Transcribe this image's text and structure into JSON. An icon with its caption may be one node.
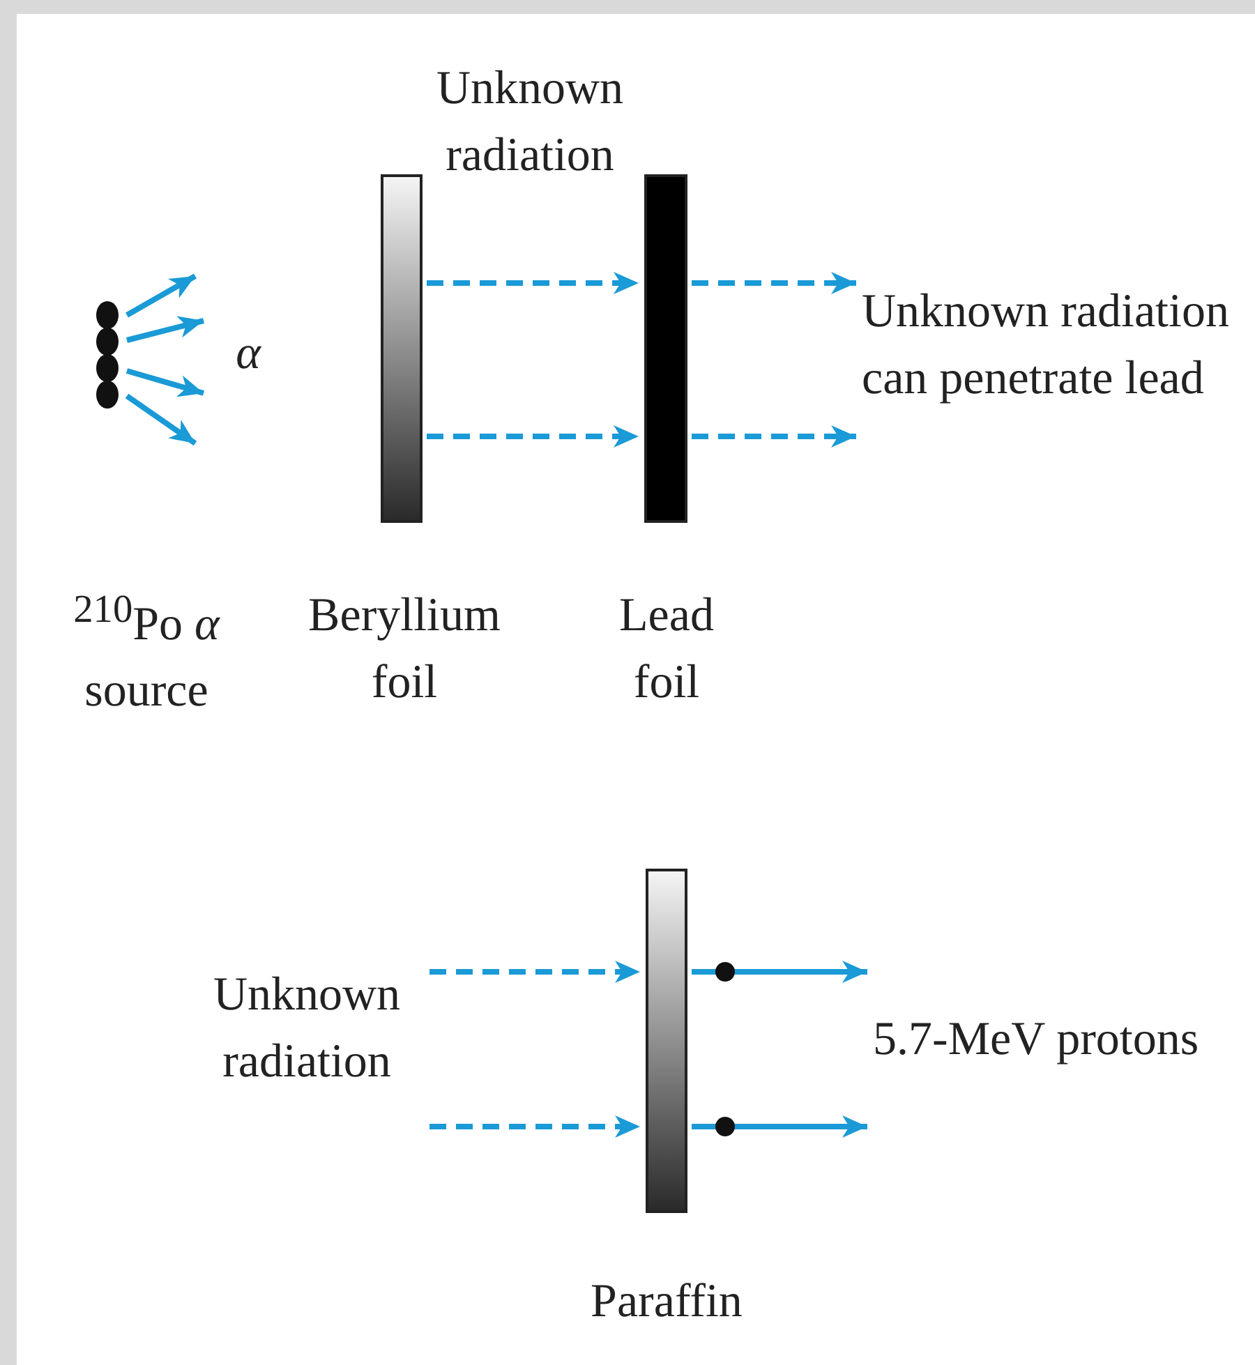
{
  "diagram": {
    "nodes": [
      {
        "text": [],
        "shape": "picture",
        "beside": [
          "$^{210}$Po *α* source"
        ]
      },
      {
        "text": [],
        "shape": "bar",
        "beside": [
          "Beryllium foil"
        ]
      },
      {
        "text": [],
        "shape": "bar",
        "beside": [
          "Lead foil"
        ]
      },
      {
        "text": [
          "Unknown radiation can penetrate lead"
        ]
      },
      {
        "text": [
          "Unknown radiation"
        ]
      },
      {
        "text": [],
        "shape": "bar",
        "beside": [
          "Paraffin"
        ]
      },
      {
        "text": [
          "5.7-MeV protons"
        ]
      }
    ],
    "edges": [
      {
        "from": 0,
        "to": null,
        "arrow": "to"
      },
      {
        "from": 0,
        "to": null,
        "arrow": "to"
      },
      {
        "from": 0,
        "to": null,
        "arrow": "to"
      },
      {
        "from": 0,
        "to": null,
        "arrow": "to"
      },
      {
        "from": 1,
        "to": 2,
        "arrow": "to",
        "style": "dashed"
      },
      {
        "from": 1,
        "to": 2,
        "arrow": "to",
        "style": "dashed"
      },
      {
        "from": 2,
        "to": 3,
        "arrow": "to",
        "style": "dashed"
      },
      {
        "from": 2,
        "to": 3,
        "arrow": "to",
        "style": "dashed"
      },
      {
        "from": 4,
        "to": 5,
        "arrow": "to",
        "style": "dashed"
      },
      {
        "from": 4,
        "to": 5,
        "arrow": "to",
        "style": "dashed"
      },
      {
        "from": 5,
        "to": 6,
        "arrow": "to"
      },
      {
        "from": 5,
        "to": 6,
        "arrow": "to"
      }
    ],
    "labels": [
      "α",
      "Unknown radiation"
    ]
  }
}
